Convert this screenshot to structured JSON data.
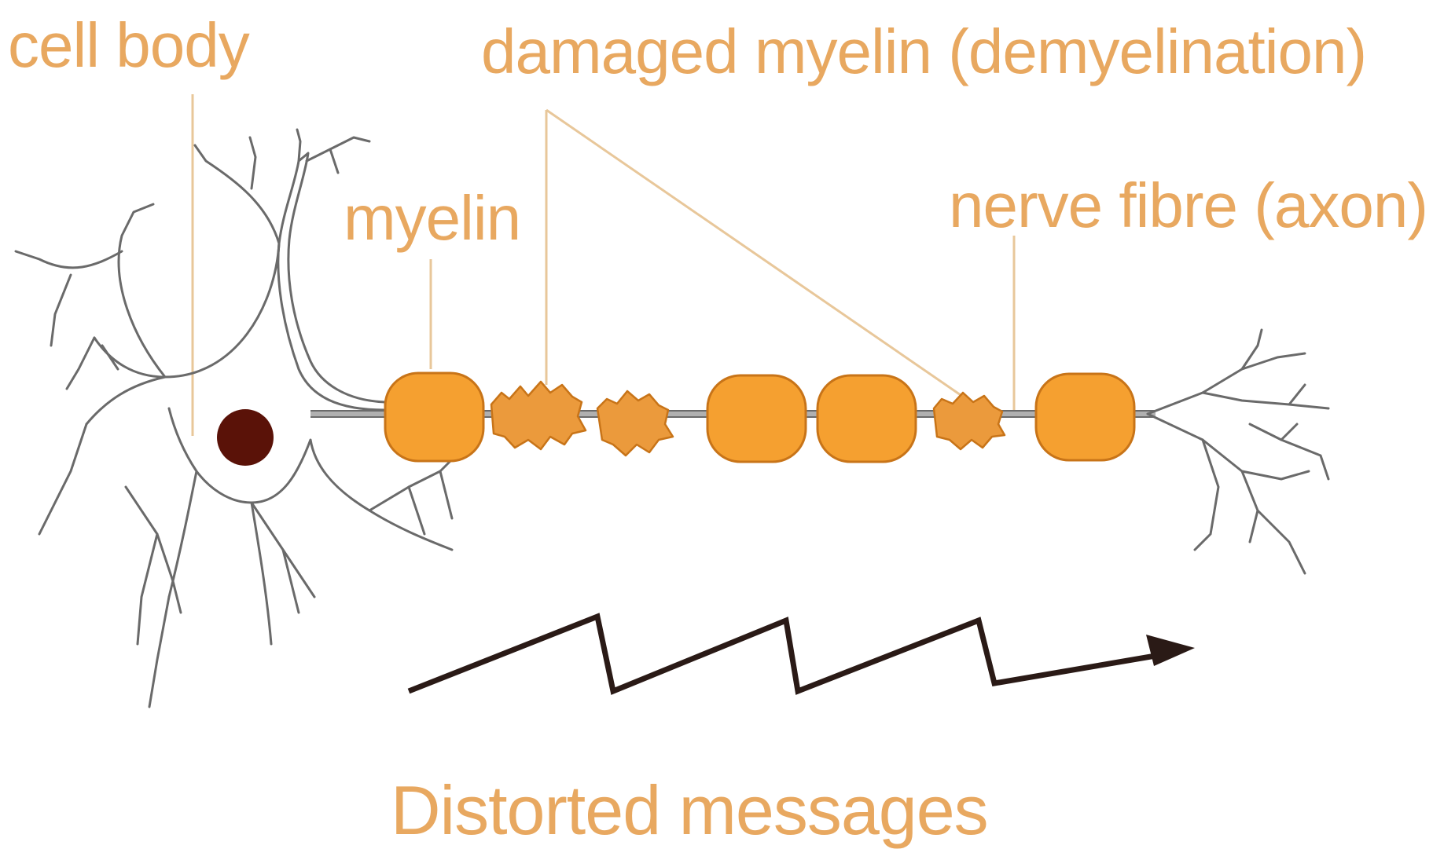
{
  "labels": {
    "cell_body": "cell body",
    "damaged_myelin": "damaged myelin (demyelination)",
    "myelin": "myelin",
    "nerve_fibre": "nerve fibre (axon)",
    "distorted_messages": "Distorted messages"
  },
  "colors": {
    "label": "#e8a860",
    "myelin_fill": "#f5a030",
    "myelin_stroke": "#c87418",
    "damaged_fill": "#eb9a3c",
    "nucleus": "#5a1208",
    "outline": "#6a6a6a",
    "axon_line": "#b0b0b0",
    "leader_line": "#e8c79a",
    "signal_arrow": "#2a1a16"
  }
}
